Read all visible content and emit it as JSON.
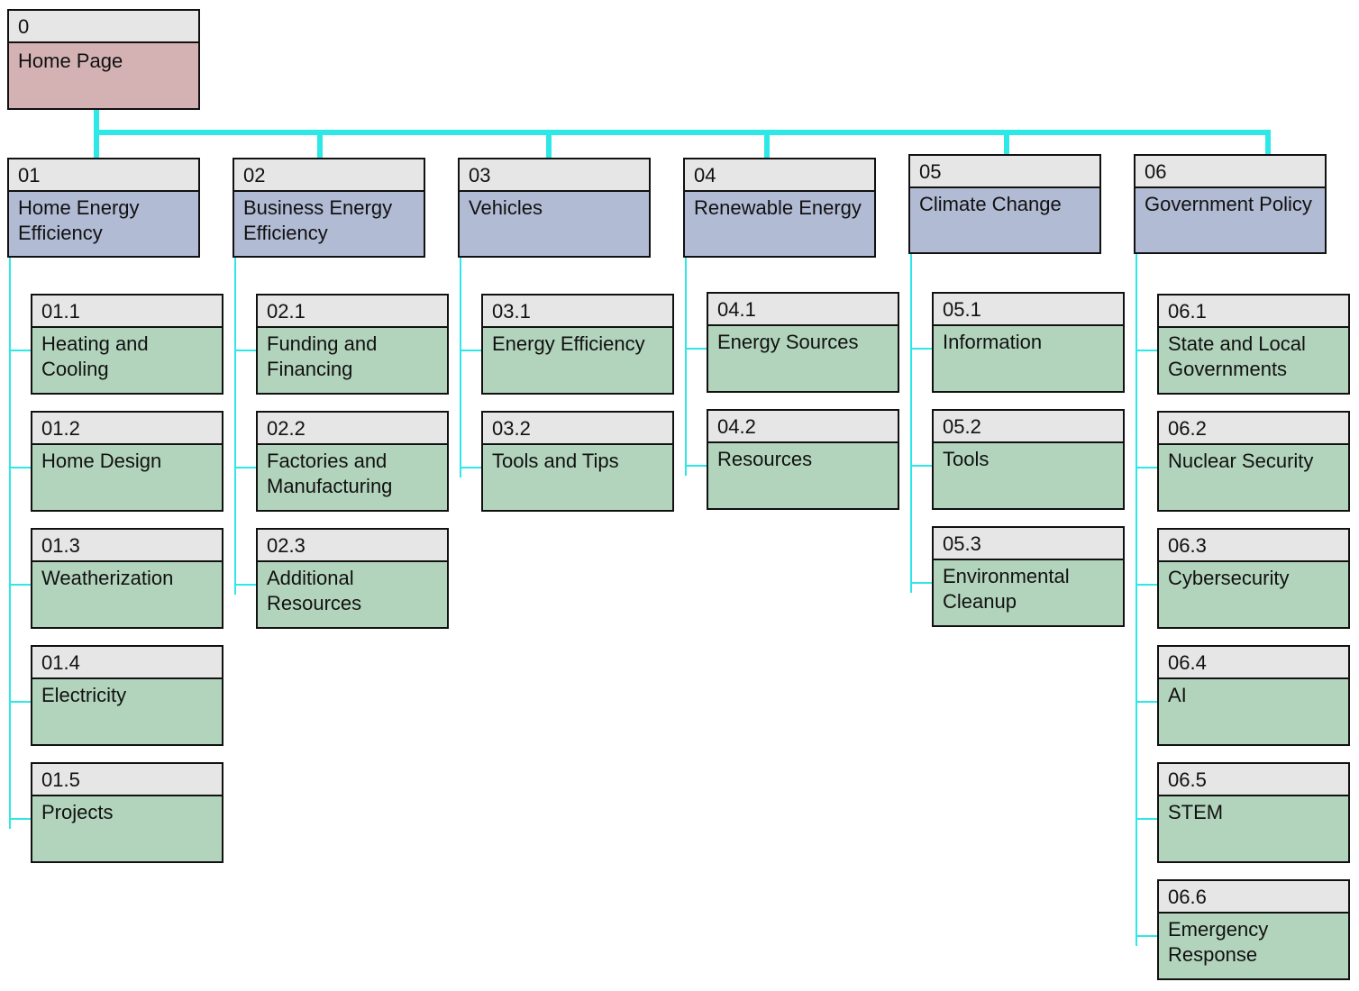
{
  "colors": {
    "root_fill": "#d4b2b4",
    "section_fill": "#b2bbd4",
    "leaf_fill": "#b3d4bc",
    "number_fill": "#e6e6e6",
    "connector": "#2ee8e8",
    "border": "#111111"
  },
  "root": {
    "num": "0",
    "label": "Home Page"
  },
  "sections": [
    {
      "num": "01",
      "label": "Home Energy Efficiency",
      "children": [
        {
          "num": "01.1",
          "label": "Heating and Cooling"
        },
        {
          "num": "01.2",
          "label": "Home Design"
        },
        {
          "num": "01.3",
          "label": "Weatherization"
        },
        {
          "num": "01.4",
          "label": "Electricity"
        },
        {
          "num": "01.5",
          "label": "Projects"
        }
      ]
    },
    {
      "num": "02",
      "label": "Business Energy Efficiency",
      "children": [
        {
          "num": "02.1",
          "label": "Funding and Financing"
        },
        {
          "num": "02.2",
          "label": "Factories and Manufacturing"
        },
        {
          "num": "02.3",
          "label": "Additional Resources"
        }
      ]
    },
    {
      "num": "03",
      "label": "Vehicles",
      "children": [
        {
          "num": "03.1",
          "label": "Energy Efficiency"
        },
        {
          "num": "03.2",
          "label": "Tools and Tips"
        }
      ]
    },
    {
      "num": "04",
      "label": "Renewable Energy",
      "children": [
        {
          "num": "04.1",
          "label": "Energy Sources"
        },
        {
          "num": "04.2",
          "label": "Resources"
        }
      ]
    },
    {
      "num": "05",
      "label": "Climate Change",
      "children": [
        {
          "num": "05.1",
          "label": "Information"
        },
        {
          "num": "05.2",
          "label": "Tools"
        },
        {
          "num": "05.3",
          "label": "Environmental Cleanup"
        }
      ]
    },
    {
      "num": "06",
      "label": "Government Policy",
      "children": [
        {
          "num": "06.1",
          "label": "State and Local Governments"
        },
        {
          "num": "06.2",
          "label": "Nuclear Security"
        },
        {
          "num": "06.3",
          "label": "Cybersecurity"
        },
        {
          "num": "06.4",
          "label": "AI"
        },
        {
          "num": "06.5",
          "label": "STEM"
        },
        {
          "num": "06.6",
          "label": "Emergency Response"
        }
      ]
    }
  ]
}
